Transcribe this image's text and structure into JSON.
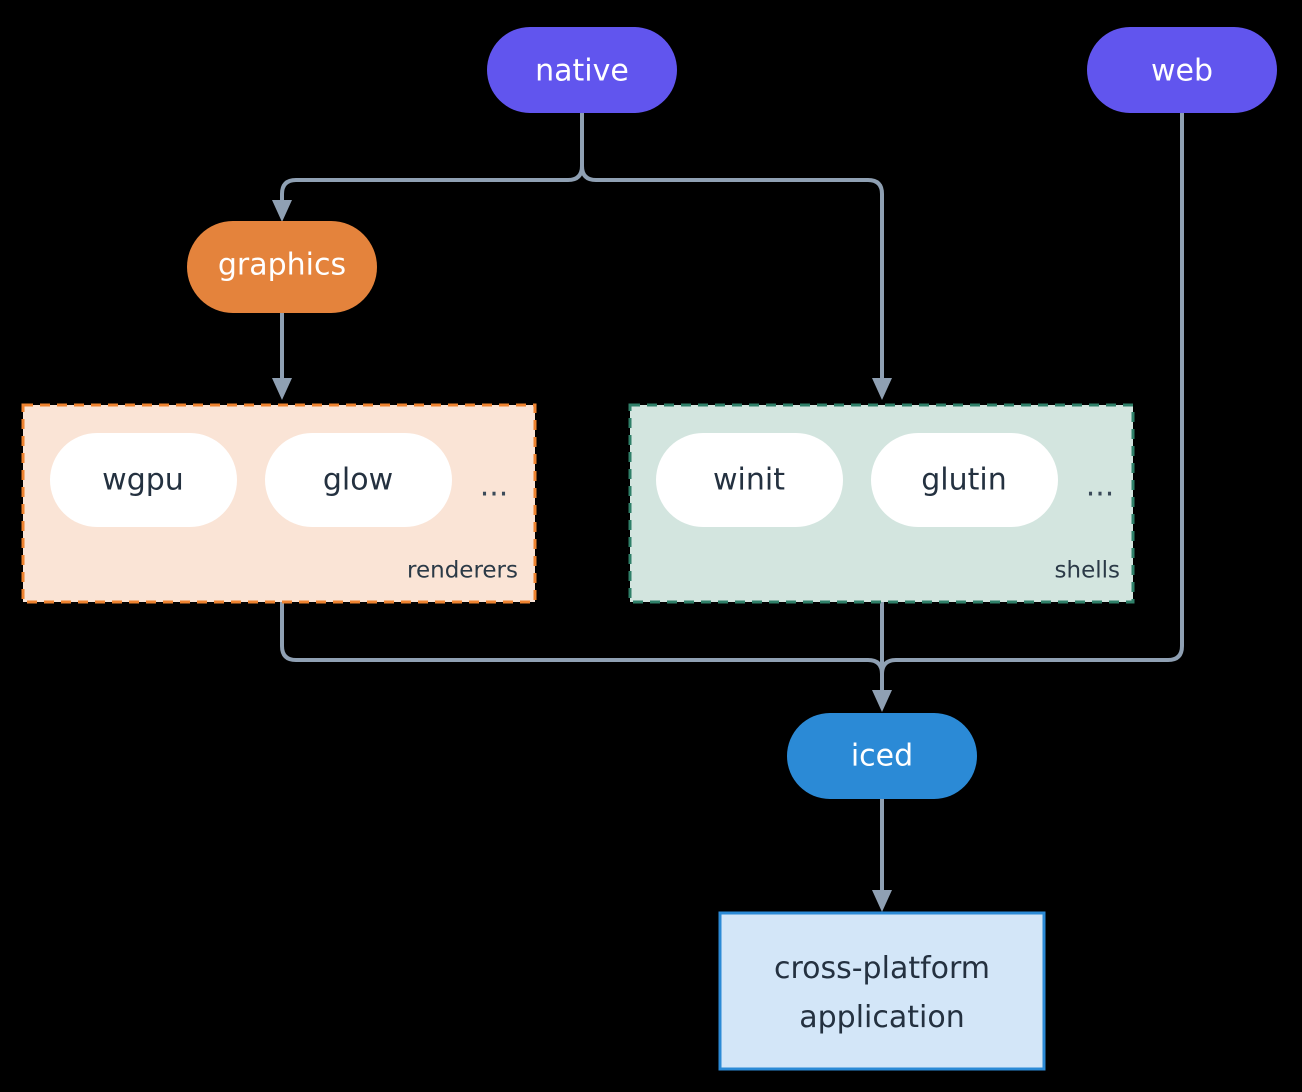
{
  "diagram": {
    "title_nodes": {
      "native": {
        "label": "native",
        "color": "#6155ee",
        "text_color": "#ffffff"
      },
      "web": {
        "label": "web",
        "color": "#6155ee",
        "text_color": "#ffffff"
      },
      "graphics": {
        "label": "graphics",
        "color": "#e4833c",
        "text_color": "#ffffff"
      },
      "iced": {
        "label": "iced",
        "color": "#2b8ad6",
        "text_color": "#ffffff"
      }
    },
    "groups": [
      {
        "id": "renderers",
        "caption": "renderers",
        "fill": "#fae4d6",
        "border": "#ee8330",
        "items": [
          "wgpu",
          "glow"
        ],
        "overflow": "..."
      },
      {
        "id": "shells",
        "caption": "shells",
        "fill": "#d3e5df",
        "border": "#2f8069",
        "items": [
          "winit",
          "glutin"
        ],
        "overflow": "..."
      }
    ],
    "output_node": {
      "line1": "cross-platform",
      "line2": "application",
      "fill": "#d3e6f8",
      "border": "#2b8ad6",
      "text_color": "#243140"
    },
    "edge_color": "#8fa0b3",
    "background": "#000000",
    "edges": [
      {
        "from": "native",
        "to": "graphics"
      },
      {
        "from": "native",
        "to": "shells"
      },
      {
        "from": "graphics",
        "to": "renderers"
      },
      {
        "from": "renderers",
        "to": "iced"
      },
      {
        "from": "shells",
        "to": "iced"
      },
      {
        "from": "web",
        "to": "iced"
      },
      {
        "from": "iced",
        "to": "cross-platform-application"
      }
    ]
  }
}
